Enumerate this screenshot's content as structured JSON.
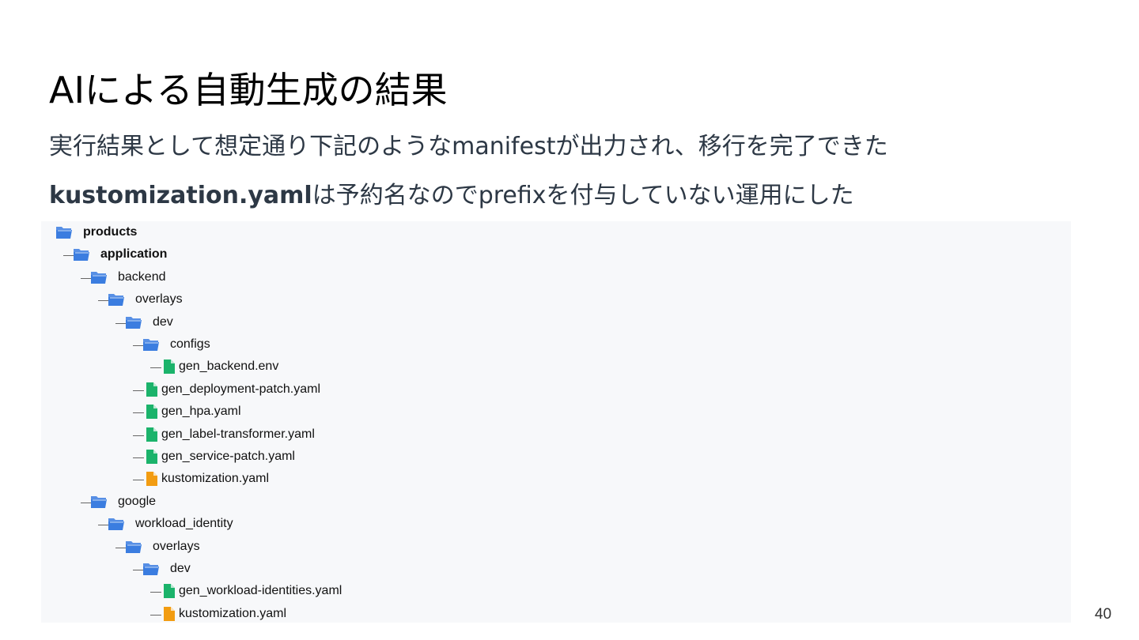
{
  "slide": {
    "title": "AIによる自動生成の結果",
    "line1": "実行結果として想定通り下記のようなmanifestが出力され、移行を完了できた",
    "line2_bold": "kustomization.yaml",
    "line2_rest": "は予約名なのでprefixを付与していない運用にした",
    "page_number": "40"
  },
  "tree": [
    {
      "label": "products",
      "type": "folder",
      "depth": 0,
      "bold": true
    },
    {
      "label": "application",
      "type": "folder",
      "depth": 1,
      "bold": true
    },
    {
      "label": "backend",
      "type": "folder",
      "depth": 2
    },
    {
      "label": "overlays",
      "type": "folder",
      "depth": 3
    },
    {
      "label": "dev",
      "type": "folder",
      "depth": 4
    },
    {
      "label": "configs",
      "type": "folder",
      "depth": 5
    },
    {
      "label": "gen_backend.env",
      "type": "file-green",
      "depth": 6
    },
    {
      "label": "gen_deployment-patch.yaml",
      "type": "file-green",
      "depth": 5
    },
    {
      "label": "gen_hpa.yaml",
      "type": "file-green",
      "depth": 5
    },
    {
      "label": "gen_label-transformer.yaml",
      "type": "file-green",
      "depth": 5
    },
    {
      "label": "gen_service-patch.yaml",
      "type": "file-green",
      "depth": 5
    },
    {
      "label": "kustomization.yaml",
      "type": "file-orange",
      "depth": 5
    },
    {
      "label": "google",
      "type": "folder",
      "depth": 2
    },
    {
      "label": "workload_identity",
      "type": "folder",
      "depth": 3
    },
    {
      "label": "overlays",
      "type": "folder",
      "depth": 4
    },
    {
      "label": "dev",
      "type": "folder",
      "depth": 5
    },
    {
      "label": "gen_workload-identities.yaml",
      "type": "file-green",
      "depth": 6
    },
    {
      "label": "kustomization.yaml",
      "type": "file-orange",
      "depth": 6
    }
  ],
  "colors": {
    "folder": "#3b7de0",
    "file_green": "#1bb36b",
    "file_orange": "#f29c11"
  }
}
